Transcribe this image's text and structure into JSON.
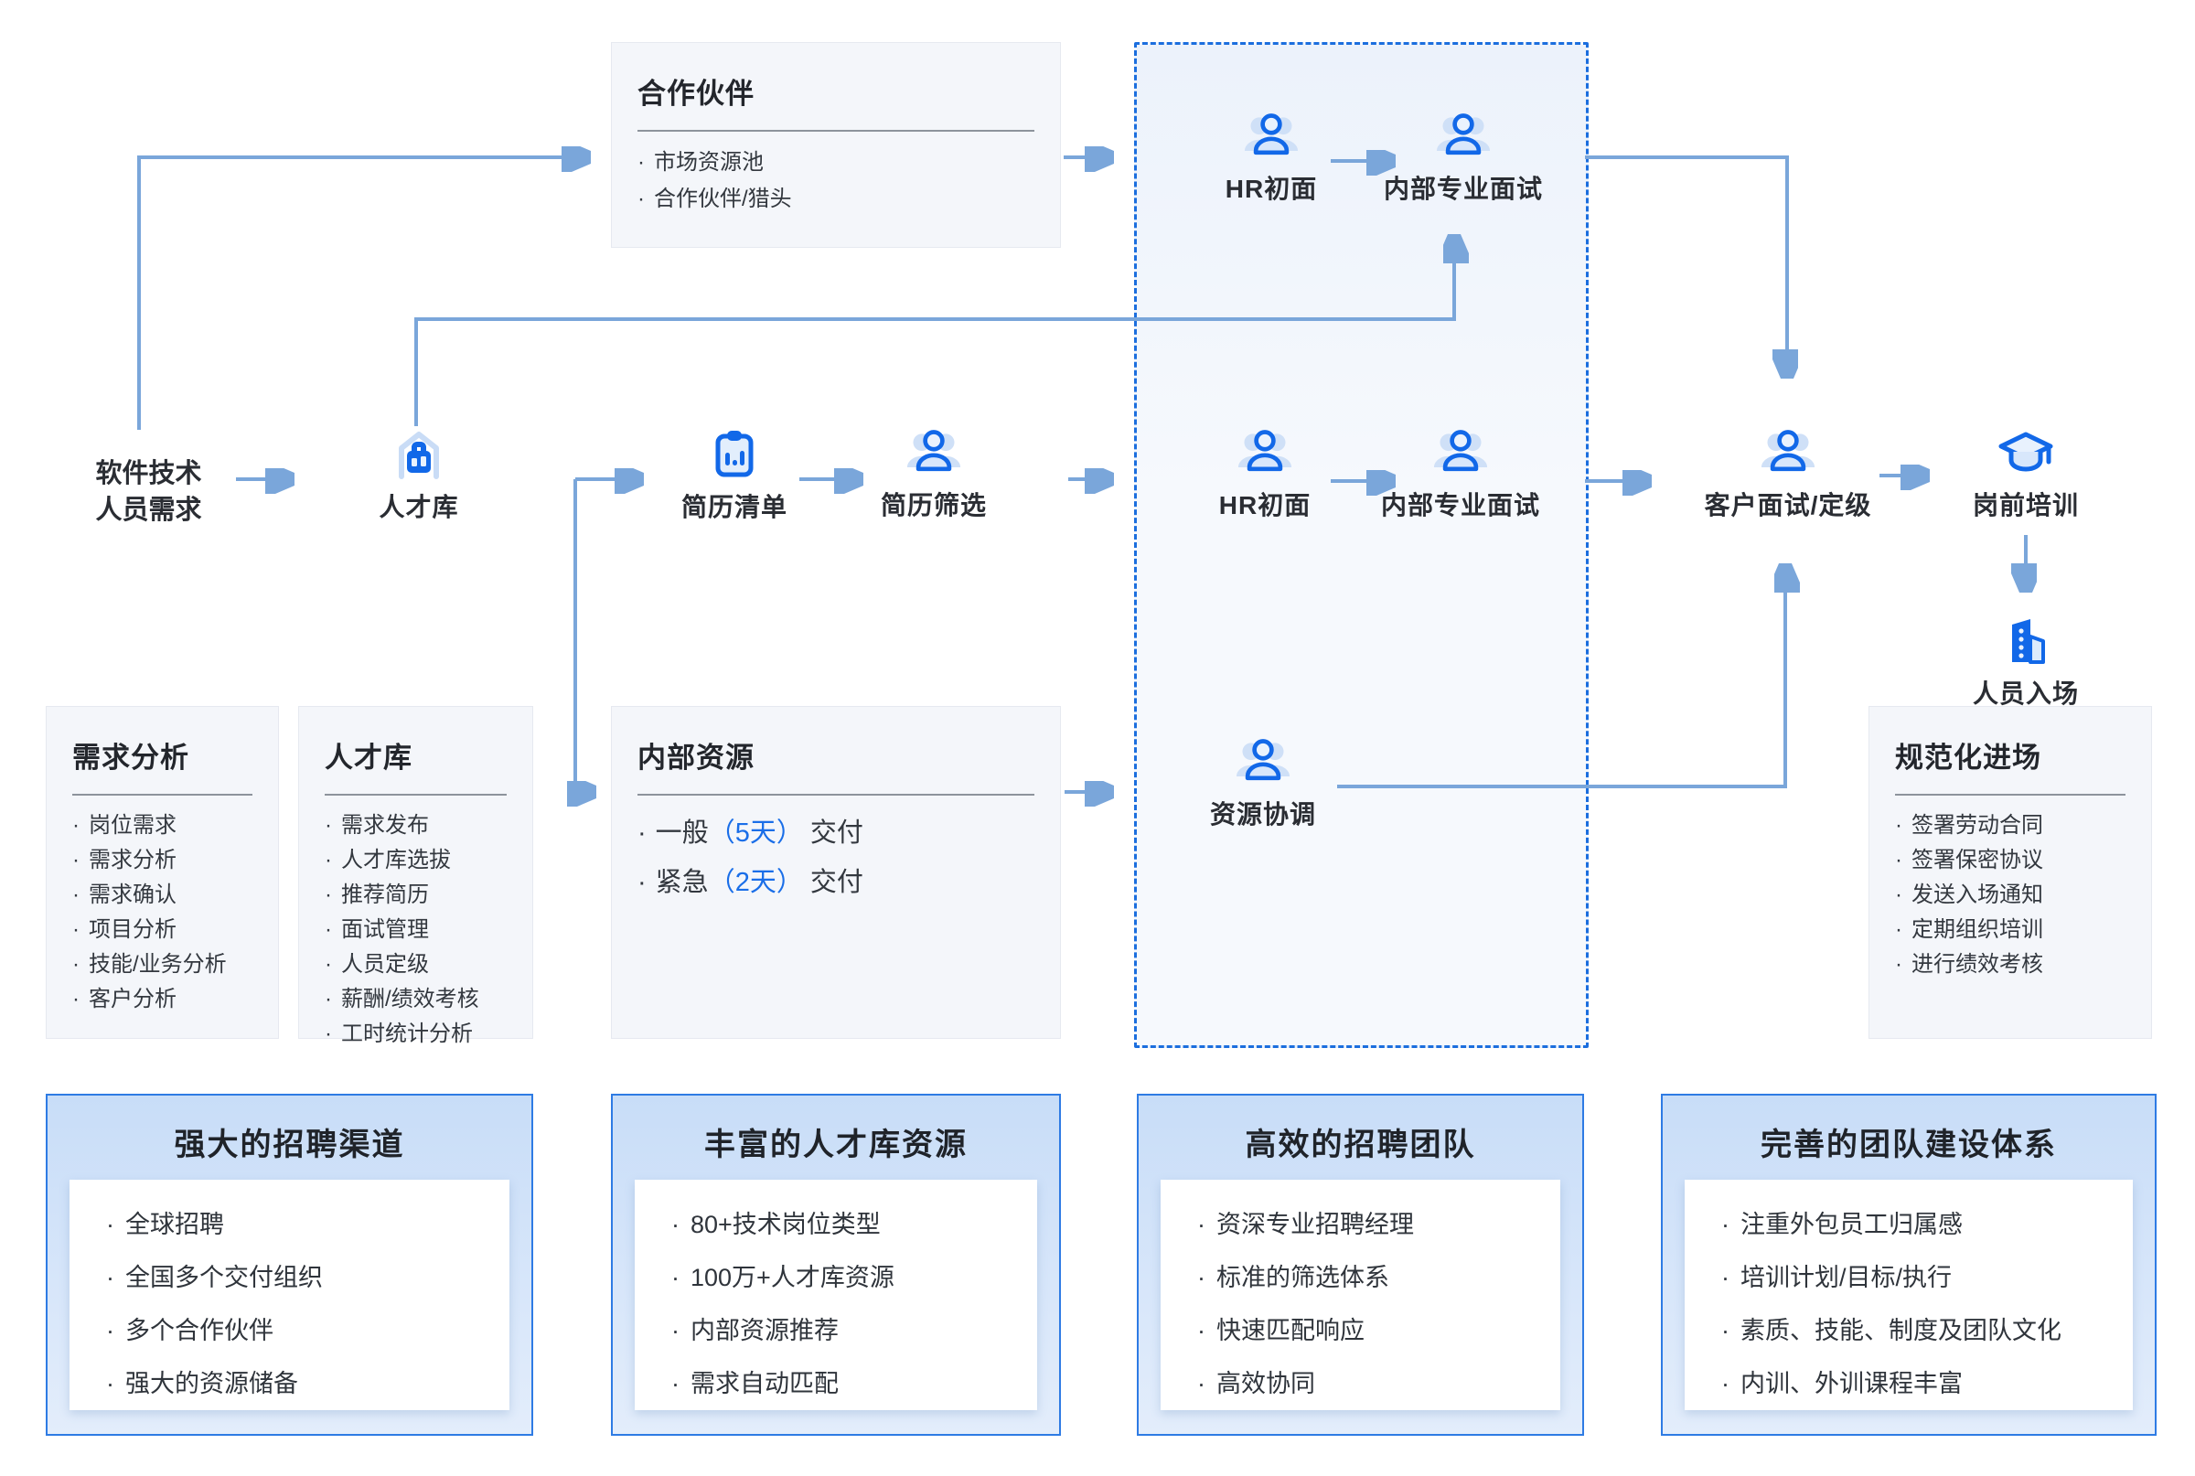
{
  "diagram": {
    "start": {
      "line1": "软件技术",
      "line2": "人员需求"
    },
    "nodes": {
      "talent_pool": "人才库",
      "resume_list": "简历清单",
      "resume_screening": "简历筛选",
      "hr_first_top": "HR初面",
      "pro_interview_top": "内部专业面试",
      "hr_first_mid": "HR初面",
      "pro_interview_mid": "内部专业面试",
      "resource_coordination": "资源协调",
      "client_interview": "客户面试/定级",
      "pre_job_training": "岗前培训",
      "staff_onboarding": "人员入场"
    },
    "panels": {
      "partner": {
        "title": "合作伙伴",
        "items": [
          "市场资源池",
          "合作伙伴/猎头"
        ]
      },
      "demand_analysis": {
        "title": "需求分析",
        "items": [
          "岗位需求",
          "需求分析",
          "需求确认",
          "项目分析",
          "技能/业务分析",
          "客户分析"
        ]
      },
      "talent_pool": {
        "title": "人才库",
        "items": [
          "需求发布",
          "人才库选拔",
          "推荐简历",
          "面试管理",
          "人员定级",
          "薪酬/绩效考核",
          "工时统计分析"
        ]
      },
      "internal_resources": {
        "title": "内部资源",
        "items": [
          {
            "parts": [
              {
                "text": "一般"
              },
              {
                "text": "（5天）",
                "accent": true
              },
              {
                "text": " 交付"
              }
            ]
          },
          {
            "parts": [
              {
                "text": "紧急"
              },
              {
                "text": "（2天）",
                "accent": true
              },
              {
                "text": " 交付"
              }
            ]
          }
        ]
      },
      "standard_entry": {
        "title": "规范化进场",
        "items": [
          "签署劳动合同",
          "签署保密协议",
          "发送入场通知",
          "定期组织培训",
          "进行绩效考核"
        ]
      }
    },
    "features": [
      {
        "title": "强大的招聘渠道",
        "items": [
          "全球招聘",
          "全国多个交付组织",
          "多个合作伙伴",
          "强大的资源储备"
        ]
      },
      {
        "title": "丰富的人才库资源",
        "items": [
          "80+技术岗位类型",
          "100万+人才库资源",
          "内部资源推荐",
          "需求自动匹配"
        ]
      },
      {
        "title": "高效的招聘团队",
        "items": [
          "资深专业招聘经理",
          "标准的筛选体系",
          "快速匹配响应",
          "高效协同"
        ]
      },
      {
        "title": "完善的团队建设体系",
        "items": [
          "注重外包员工归属感",
          "培训计划/目标/执行",
          "素质、技能、制度及团队文化",
          "内训、外训课程丰富"
        ]
      }
    ],
    "colors": {
      "accent_blue": "#1a6ee8",
      "icon_blue": "#1268e8",
      "icon_light_blue": "#cfe0f7",
      "line_blue": "#7aa6da",
      "dashed_border": "#1b6ede"
    }
  }
}
